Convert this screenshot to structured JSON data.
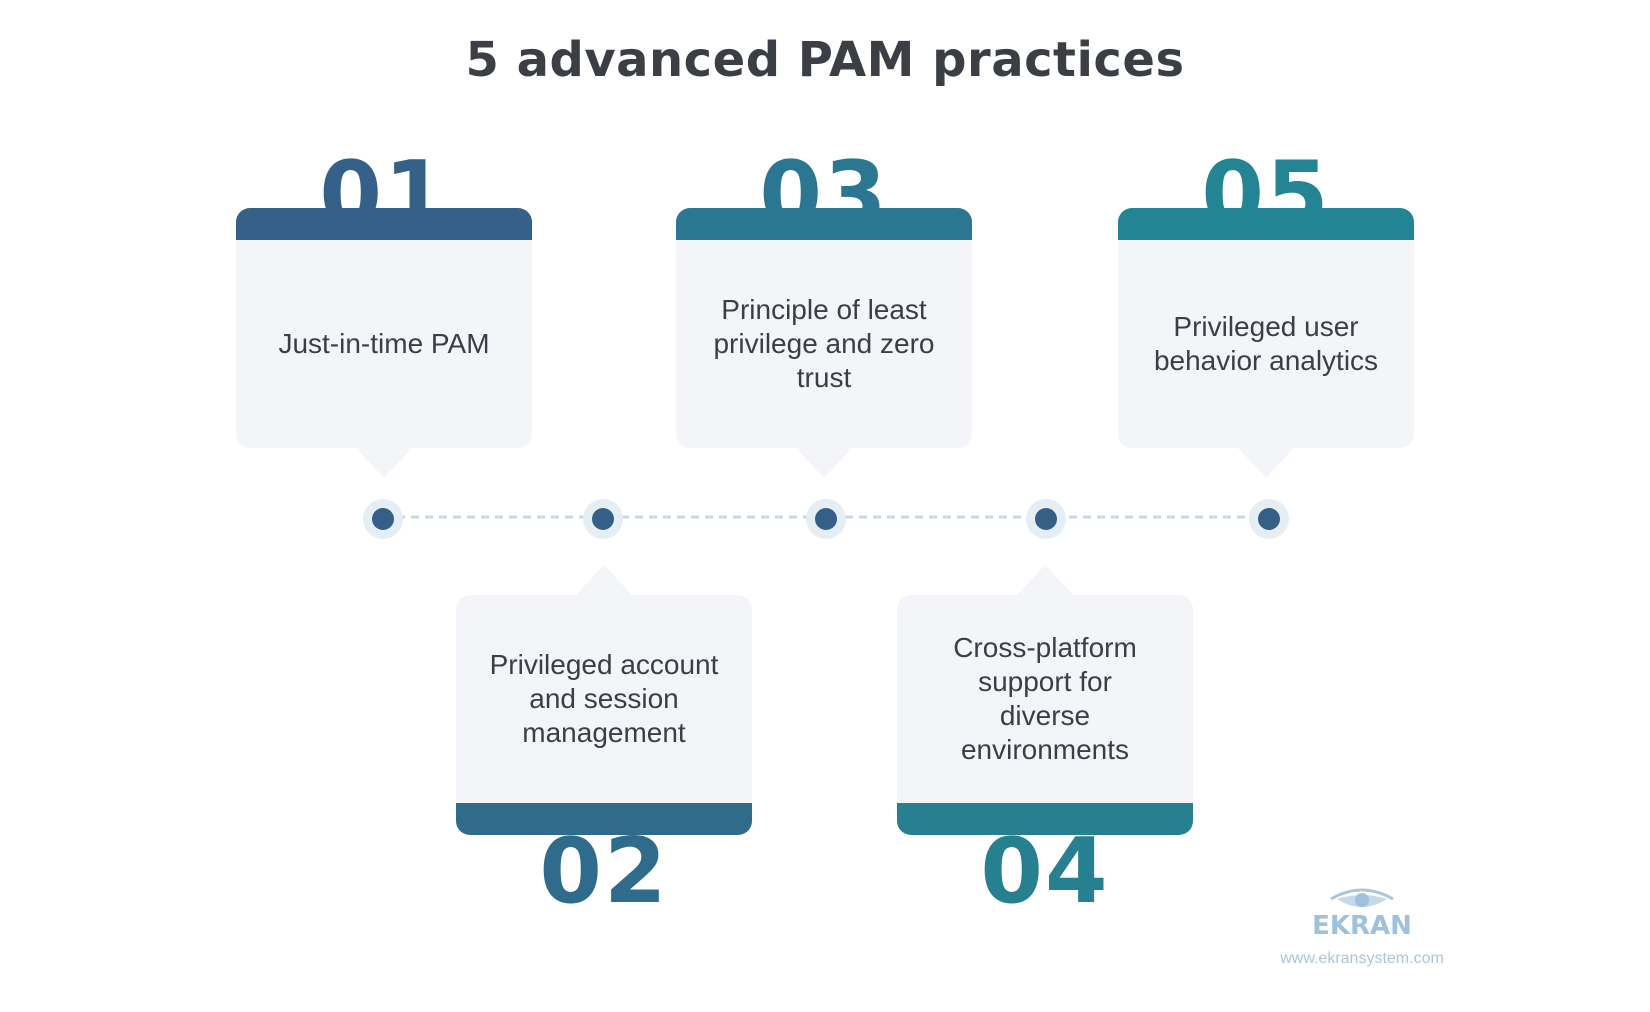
{
  "title": "5 advanced PAM practices",
  "colors": {
    "card_body": "#f3f5f9",
    "text": "#3b3f45",
    "step1": "#356189",
    "step2": "#2f6c8c",
    "step3": "#2b7690",
    "step4": "#27808f",
    "step5": "#238494",
    "timeline_dash": "#c4dbe4",
    "node_halo": "#e6eef5",
    "node_dot": "#346088"
  },
  "steps": [
    {
      "number": "01",
      "label": "Just-in-time PAM"
    },
    {
      "number": "02",
      "label": "Privileged account and session management"
    },
    {
      "number": "03",
      "label": "Principle of least privilege and zero trust"
    },
    {
      "number": "04",
      "label": "Cross-platform support for diverse environments"
    },
    {
      "number": "05",
      "label": "Privileged user behavior analytics"
    }
  ],
  "brand": {
    "name": "EKRAN",
    "url": "www.ekransystem.com",
    "logo_icon": "eye-icon"
  }
}
